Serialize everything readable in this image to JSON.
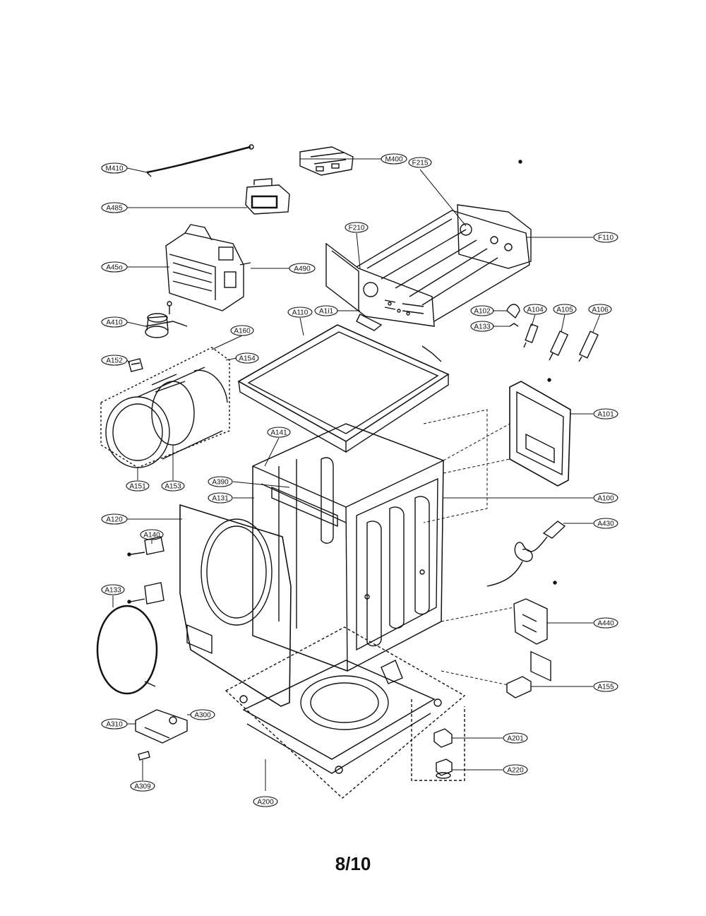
{
  "page": {
    "number": "8/10"
  },
  "labels": {
    "M410": "M410",
    "M400": "M400",
    "A485": "A485",
    "F215": "F215",
    "F210": "F210",
    "F110": "F110",
    "A450": "A45o",
    "A490": "A490",
    "A410": "A410",
    "A110": "A110",
    "A111": "A1i1",
    "A102": "A102",
    "A104": "A104",
    "A105": "A105",
    "A106": "A106",
    "A133r": "A133",
    "A160": "A160",
    "A152": "A152",
    "A154": "A154",
    "A101": "A101",
    "A141": "A141",
    "A151": "A151",
    "A153": "A153",
    "A390": "A390",
    "A131": "A131",
    "A100": "A100",
    "A120": "A120",
    "A430": "A430",
    "A140": "A140",
    "A133l": "A133",
    "A440": "A440",
    "A155": "A155",
    "A310": "A310",
    "A300": "A300",
    "A201": "A201",
    "A220": "A220",
    "A200": "A200",
    "A309": "A309"
  }
}
